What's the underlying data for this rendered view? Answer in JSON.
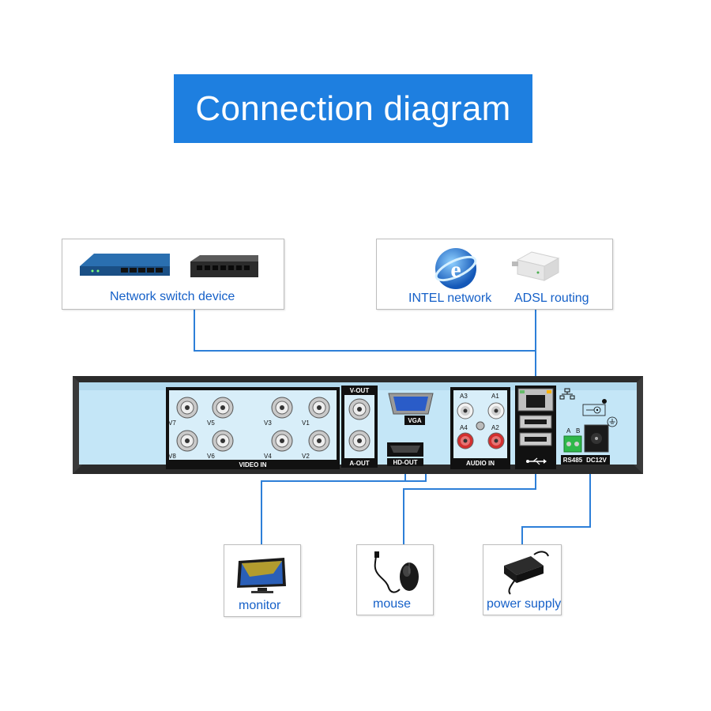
{
  "title": "Connection diagram",
  "colors": {
    "banner": "#1e7fe0",
    "wire": "#2d7fd8",
    "label": "#1560c8",
    "panel": "#c4e6f7"
  },
  "top_devices": {
    "switch_label": "Network switch device",
    "internet_label": "INTEL network",
    "router_label": "ADSL routing"
  },
  "bottom_devices": {
    "monitor_label": "monitor",
    "mouse_label": "mouse",
    "power_label": "power supply"
  },
  "dvr": {
    "video_in_label": "VIDEO IN",
    "channels_top": [
      "V7",
      "V5",
      "V3",
      "V1"
    ],
    "channels_bottom": [
      "V8",
      "V6",
      "V4",
      "V2"
    ],
    "v_out_label": "V-OUT",
    "a_out_label": "A-OUT",
    "vga_label": "VGA",
    "hdmi_label": "HD-OUT",
    "audio_in_label": "AUDIO IN",
    "audio_top": [
      "A3",
      "A1"
    ],
    "audio_bottom": [
      "A4",
      "A2"
    ],
    "rs485_label": "RS485",
    "rs485_pins": [
      "A",
      "B"
    ],
    "dc_label": "DC12V",
    "icons": [
      "network-icon",
      "usb-icon",
      "ground-icon",
      "polarity-icon"
    ]
  }
}
